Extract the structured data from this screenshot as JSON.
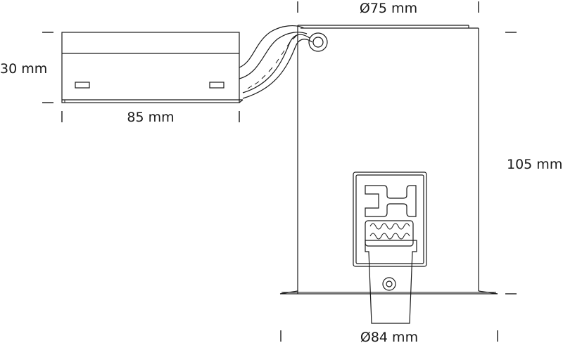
{
  "dimensions": {
    "driver_height": "30 mm",
    "driver_width": "85 mm",
    "fixture_top_diameter": "Ø75 mm",
    "fixture_height": "105 mm",
    "fixture_bottom_diameter": "Ø84 mm"
  },
  "colors": {
    "line": "#1a1a1a",
    "background": "#ffffff"
  }
}
